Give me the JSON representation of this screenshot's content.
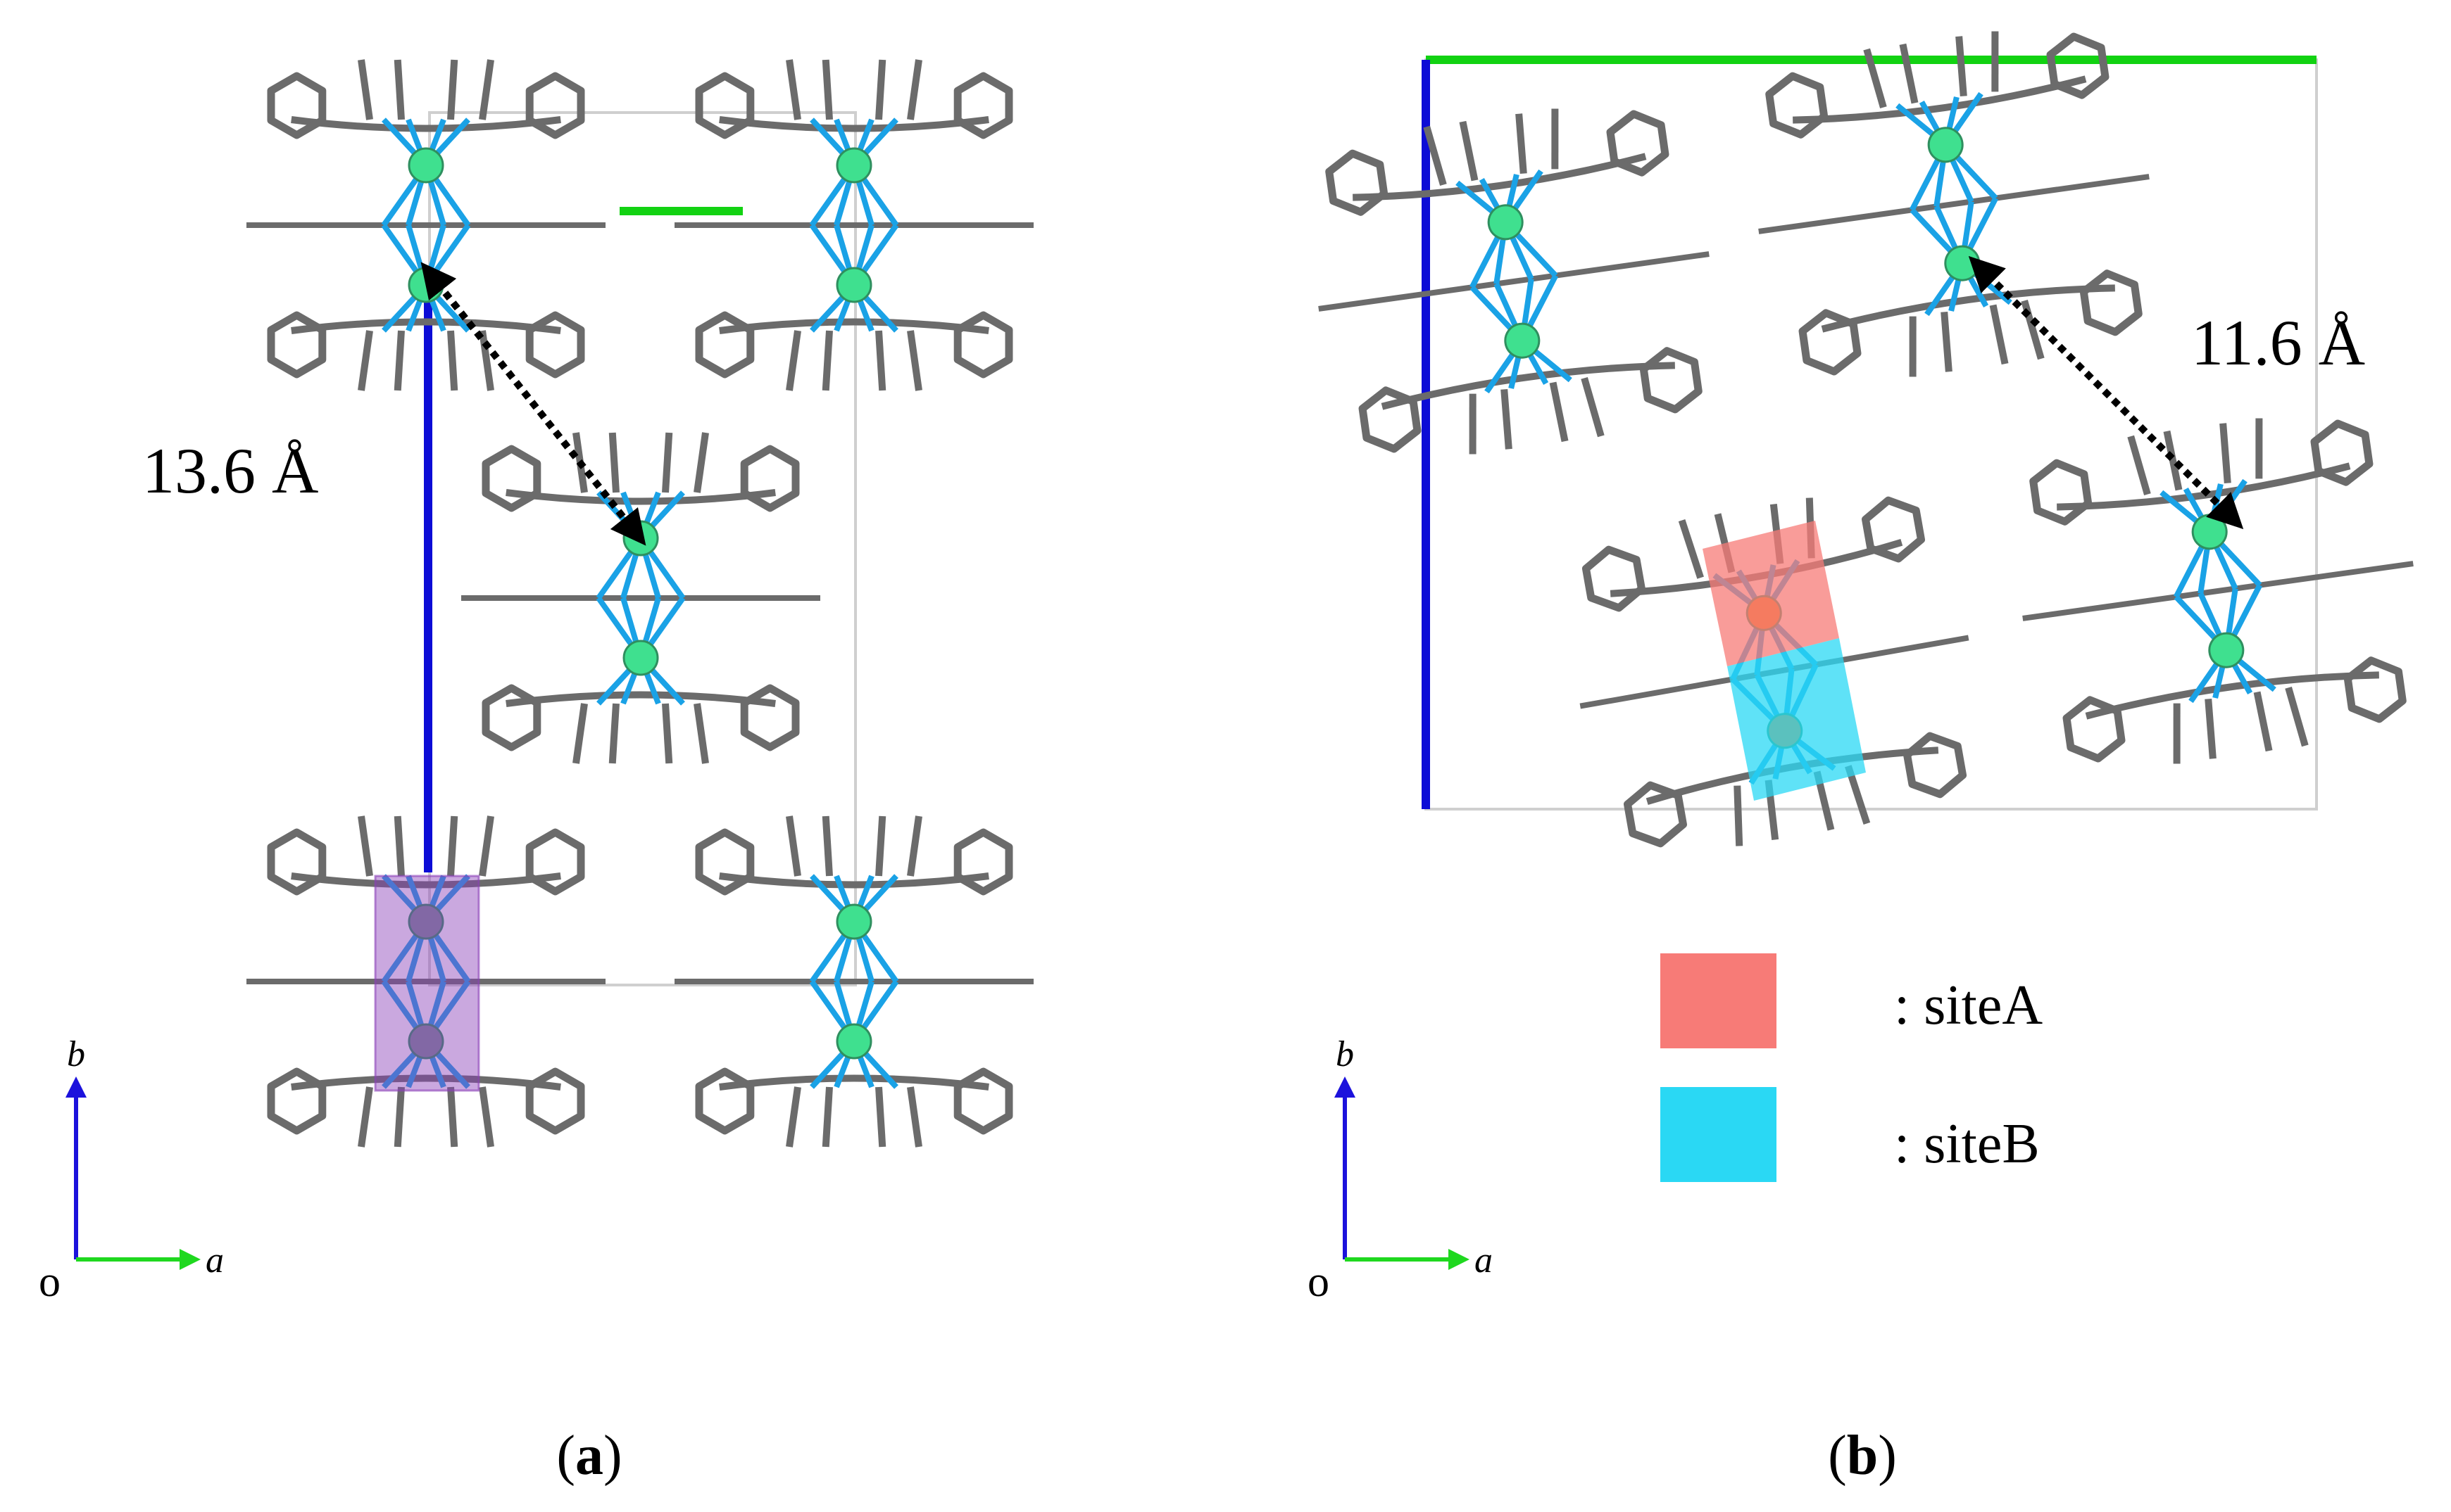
{
  "panels": [
    {
      "id": "a",
      "caption_open": "(",
      "caption_letter": "a",
      "caption_close": ")",
      "distance_label": "13.6 Å",
      "axes": {
        "origin": "o",
        "x": "a",
        "y": "b"
      }
    },
    {
      "id": "b",
      "caption_open": "(",
      "caption_letter": "b",
      "caption_close": ")",
      "distance_label": "11.6 Å",
      "axes": {
        "origin": "o",
        "x": "a",
        "y": "b"
      }
    }
  ],
  "legend": [
    {
      "label": ": siteA",
      "color": "#f77b77"
    },
    {
      "label": ": siteB",
      "color": "#2ad8f4"
    }
  ],
  "colors": {
    "bond_gray": "#6b6b6b",
    "bond_blue": "#1aa2e6",
    "metal_green": "#3fe08f",
    "metal_gray": "#7d8a95",
    "metal_orange": "#ef7b1c",
    "axis_blue": "#1c12dc",
    "axis_green": "#1fd81f",
    "cell_blue": "#0c0cd6",
    "cell_green": "#12d212",
    "purple_site": "#8a3fb8",
    "siteA": "#f77b77",
    "siteB": "#2ad8f4"
  },
  "icons": [
    "crystal-structure-graphic",
    "dotted-double-arrow-icon",
    "axis-arrow-icon"
  ]
}
